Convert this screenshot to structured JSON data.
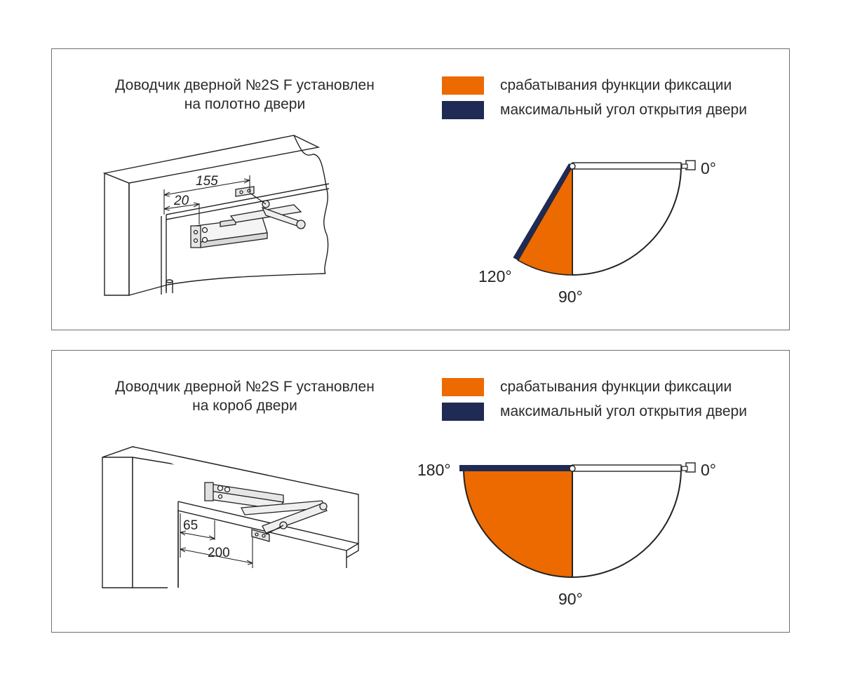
{
  "colors": {
    "fixation": "#ec6a00",
    "max_angle": "#1f2a55",
    "border": "#6f6f6f"
  },
  "panels": [
    {
      "title_line1": "Доводчик дверной №2S F установлен",
      "title_line2": "на полотно двери",
      "legend": [
        {
          "label": "срабатывания функции фиксации",
          "color": "#ec6a00"
        },
        {
          "label": "максимальный угол открытия двери",
          "color": "#1f2a55"
        }
      ],
      "angles": {
        "start": "0°",
        "middle": "90°",
        "end": "120°"
      },
      "dimensions": {
        "outer": "155",
        "inner": "20"
      }
    },
    {
      "title_line1": "Доводчик дверной №2S F установлен",
      "title_line2": "на короб двери",
      "legend": [
        {
          "label": "срабатывания функции фиксации",
          "color": "#ec6a00"
        },
        {
          "label": "максимальный угол открытия двери",
          "color": "#1f2a55"
        }
      ],
      "angles": {
        "start": "0°",
        "middle": "90°",
        "end": "180°"
      },
      "dimensions": {
        "inner": "65",
        "outer": "200"
      }
    }
  ]
}
